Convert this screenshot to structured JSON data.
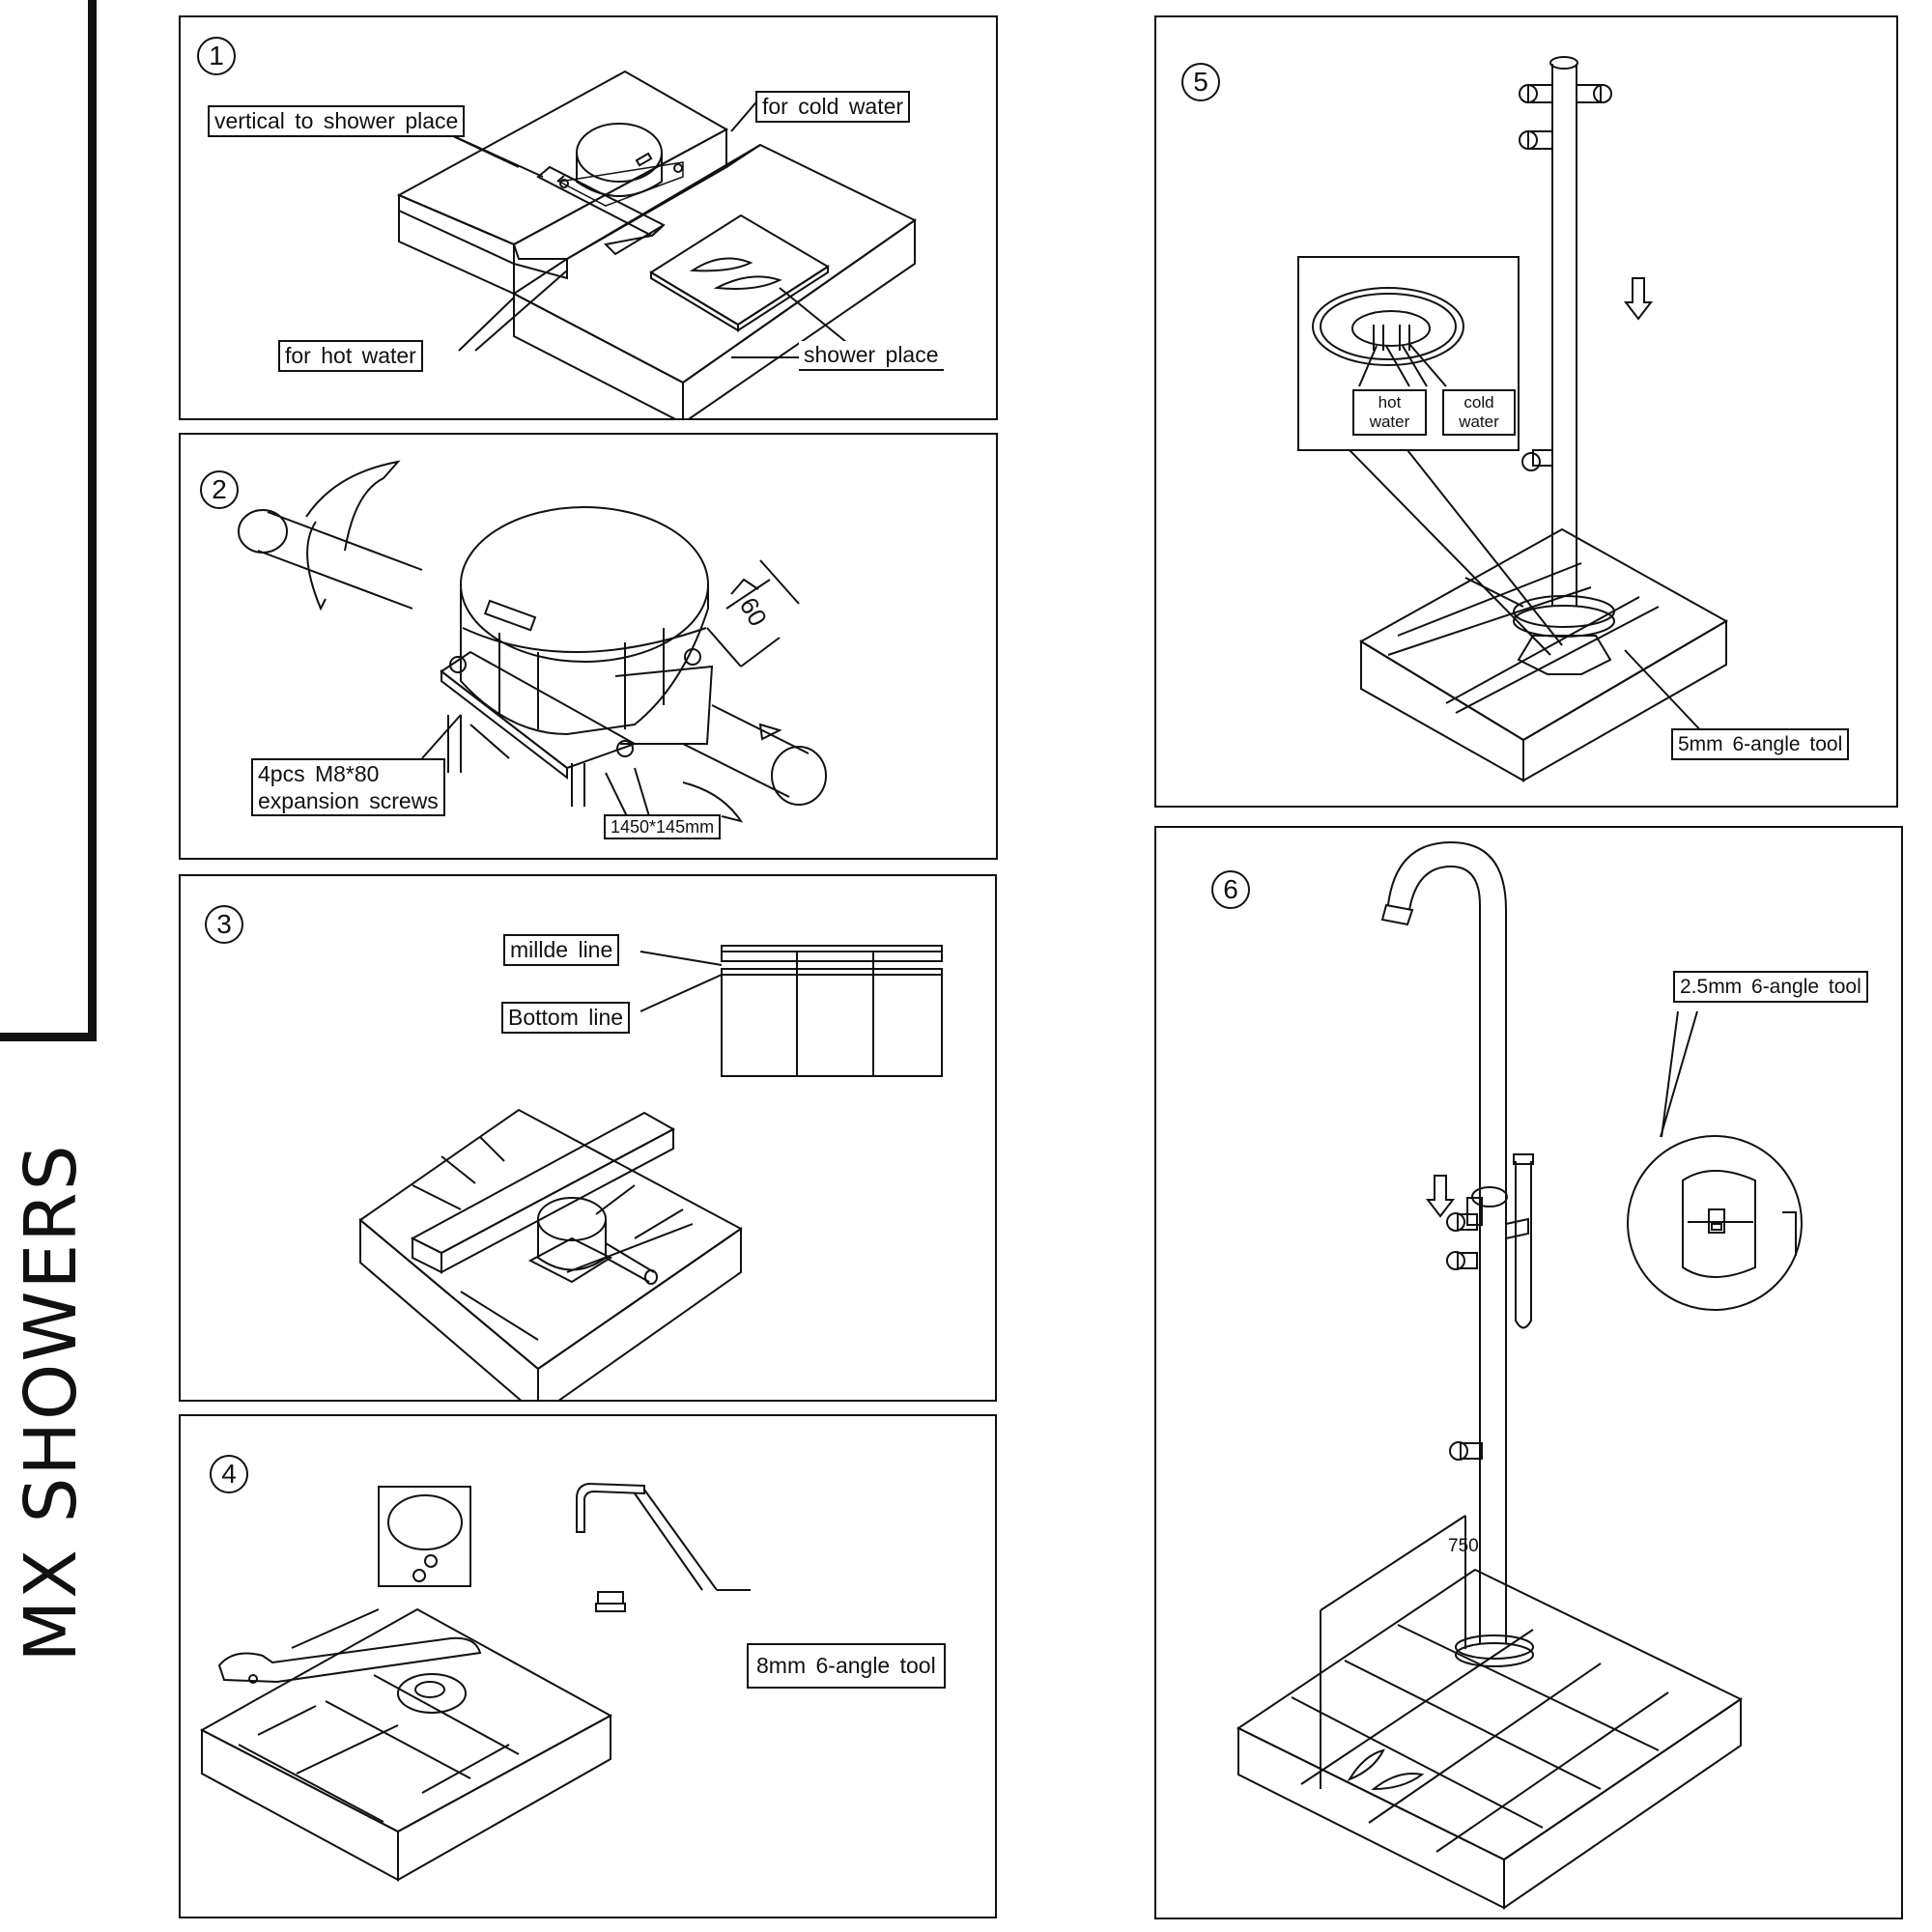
{
  "brand": {
    "name": "MX SHOWERS"
  },
  "steps": [
    {
      "number": "1",
      "labels": {
        "vertical": "vertical to shower place",
        "cold": "for cold water",
        "hot": "for hot water",
        "shower_place": "shower place"
      }
    },
    {
      "number": "2",
      "labels": {
        "screws": "4pcs M8*80\nexpansion screws",
        "size": "1450*145mm",
        "dim": "60"
      }
    },
    {
      "number": "3",
      "labels": {
        "middle": "millde line",
        "bottom": "Bottom line"
      }
    },
    {
      "number": "4",
      "labels": {
        "tool": "8mm 6-angle tool"
      }
    },
    {
      "number": "5",
      "labels": {
        "hot": "hot water",
        "cold": "cold water",
        "tool": "5mm 6-angle tool"
      }
    },
    {
      "number": "6",
      "labels": {
        "tool": "2.5mm 6-angle tool",
        "height": "750"
      }
    }
  ],
  "colors": {
    "line": "#111111",
    "background": "#ffffff"
  }
}
